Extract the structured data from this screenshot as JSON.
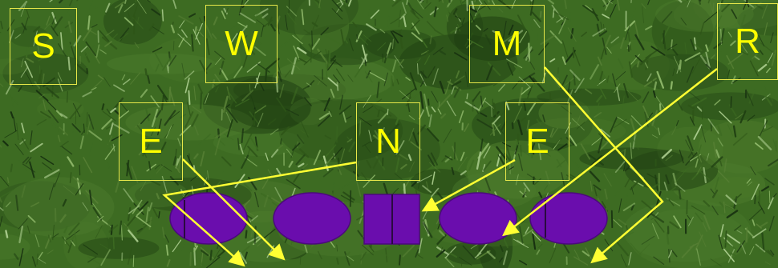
{
  "colors": {
    "grass_dark": "#1f3f12",
    "grass_mid": "#3d6b22",
    "grass_light": "#8fb86a",
    "label_text": "#ffff00",
    "label_border": "#e8e84a",
    "arrow": "#ffff33",
    "player_fill": "#6a0dad",
    "player_stroke": "#4a0a7a"
  },
  "labels": {
    "s": "S",
    "w": "W",
    "m": "M",
    "r": "R",
    "e_left": "E",
    "n": "N",
    "e_right": "E"
  },
  "formation": [
    "oval",
    "oval",
    "square-center",
    "oval",
    "oval"
  ]
}
